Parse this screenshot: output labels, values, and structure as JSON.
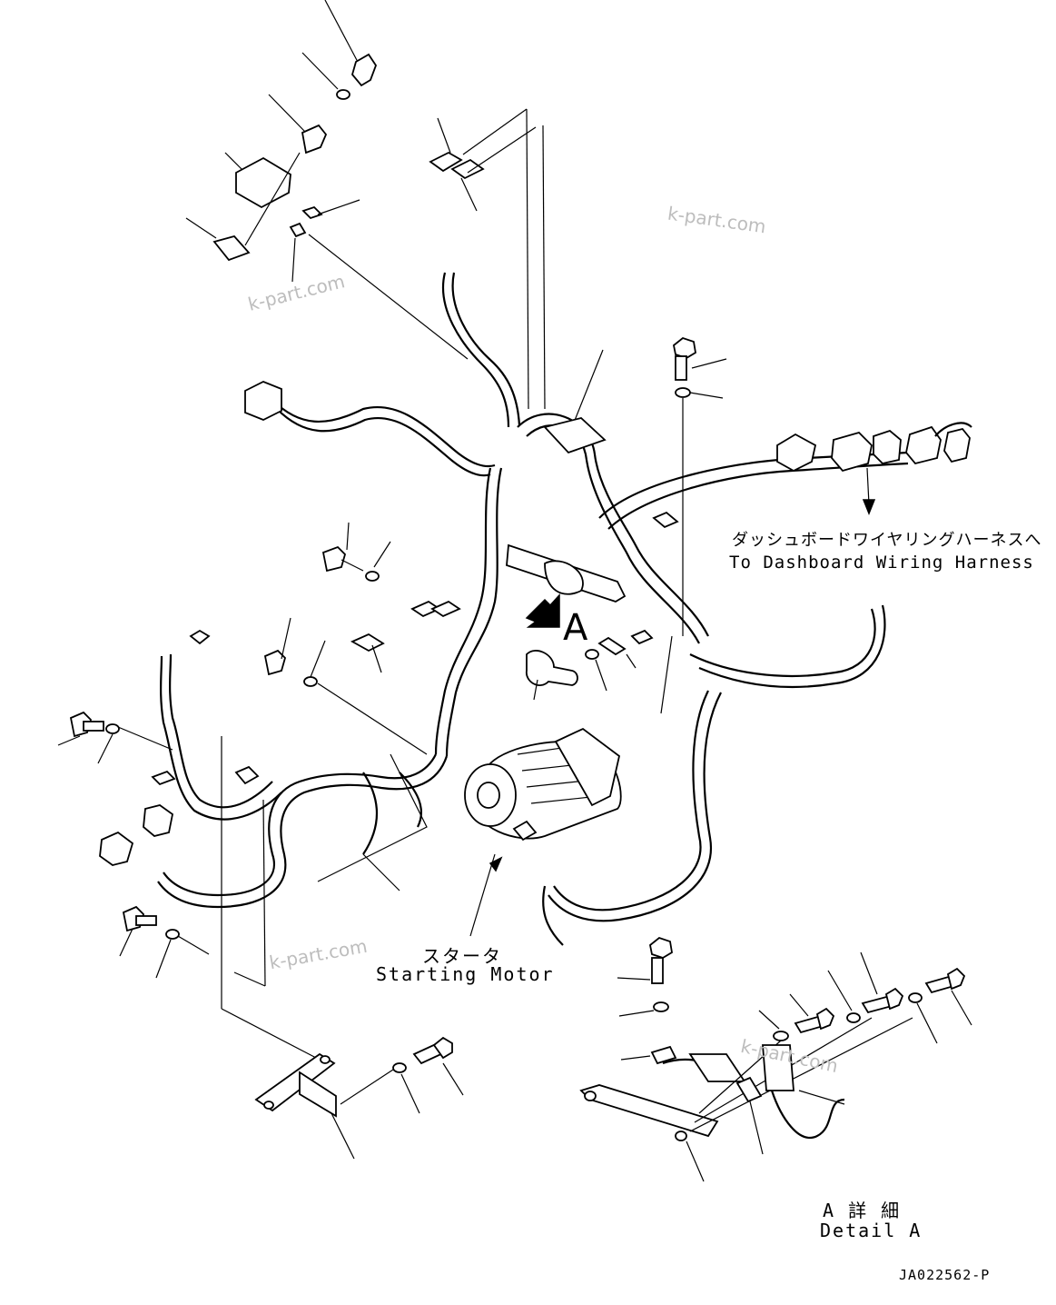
{
  "labels": {
    "dashboard_jp": "ダッシュボードワイヤリングハーネスへ",
    "dashboard_en": "To Dashboard Wiring Harness",
    "starter_jp": "スタータ",
    "starter_en": "Starting Motor",
    "detail_jp": "A 詳 細",
    "detail_en": "Detail A",
    "view_marker": "A",
    "drawing_code": "JA022562-P"
  },
  "watermarks": [
    "k-part.com",
    "k-part.com",
    "k-part.com",
    "k-part.com"
  ],
  "colors": {
    "line": "#000000",
    "watermark": "#bdbdbd",
    "background": "#ffffff"
  }
}
